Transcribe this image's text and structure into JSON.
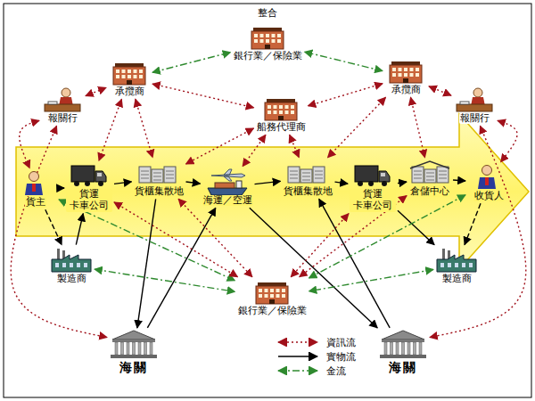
{
  "diagram": {
    "nodes": [
      {
        "text": [
          "報關行"
        ]
      },
      {
        "text": [
          "承攬商"
        ]
      },
      {
        "text": [
          "銀行業／保險業"
        ]
      },
      {
        "text": [
          "船務代理商"
        ]
      },
      {
        "text": [
          "承攬商"
        ]
      },
      {
        "text": [
          "報關行"
        ]
      },
      {
        "text": [
          "貨主"
        ]
      },
      {
        "text": [
          "貨運 卡車公司"
        ]
      },
      {
        "text": [
          "貨櫃集散地"
        ]
      },
      {
        "text": [
          "海運／空運"
        ]
      },
      {
        "text": [
          "貨櫃集散地"
        ]
      },
      {
        "text": [
          "貨運 卡車公司"
        ]
      },
      {
        "text": [
          "倉儲中心"
        ]
      },
      {
        "text": [
          "收貨人"
        ]
      },
      {
        "text": [
          "製造商"
        ]
      },
      {
        "text": [
          "銀行業／保險業"
        ]
      },
      {
        "text": [
          "製造商"
        ]
      },
      {
        "text": [
          "海關"
        ]
      },
      {
        "text": [
          "海關"
        ]
      }
    ],
    "edges": [
      {
        "from": 1,
        "to": 2,
        "arrow": "both"
      },
      {
        "from": 4,
        "to": 2,
        "arrow": "both"
      },
      {
        "from": 0,
        "to": 1,
        "arrow": "both"
      },
      {
        "from": 4,
        "to": 5,
        "arrow": "both"
      },
      {
        "from": 1,
        "to": 3,
        "arrow": "both"
      },
      {
        "from": 4,
        "to": 3,
        "arrow": "both"
      },
      {
        "from": 1,
        "to": 8,
        "arrow": "both"
      },
      {
        "from": 1,
        "to": 7,
        "arrow": "both"
      },
      {
        "from": 4,
        "to": 10,
        "arrow": "both"
      },
      {
        "from": 4,
        "to": 12,
        "arrow": "both"
      },
      {
        "from": 3,
        "to": 8,
        "arrow": "both"
      },
      {
        "from": 3,
        "to": 9,
        "arrow": "both"
      },
      {
        "from": 3,
        "to": 10,
        "arrow": "both"
      },
      {
        "from": 0,
        "to": 6,
        "arrow": "both"
      },
      {
        "from": 5,
        "to": 13,
        "arrow": "both"
      },
      {
        "from": 0,
        "to": 17,
        "arrow": "both"
      },
      {
        "from": 5,
        "to": 18,
        "arrow": "both"
      },
      {
        "from": 6,
        "to": 7,
        "arrow": "to"
      },
      {
        "from": 7,
        "to": 8,
        "arrow": "to"
      },
      {
        "from": 8,
        "to": 9,
        "arrow": "to"
      },
      {
        "from": 9,
        "to": 10,
        "arrow": "to"
      },
      {
        "from": 10,
        "to": 11,
        "arrow": "to"
      },
      {
        "from": 11,
        "to": 12,
        "arrow": "to"
      },
      {
        "from": 12,
        "to": 13,
        "arrow": "to"
      },
      {
        "from": 6,
        "to": 14,
        "arrow": "to"
      },
      {
        "from": 14,
        "to": 7,
        "arrow": "to"
      },
      {
        "from": 8,
        "to": 17,
        "arrow": "to"
      },
      {
        "from": 17,
        "to": 9,
        "arrow": "to"
      },
      {
        "from": 9,
        "to": 18,
        "arrow": "to"
      },
      {
        "from": 18,
        "to": 10,
        "arrow": "to"
      },
      {
        "from": 11,
        "to": 16,
        "arrow": "to"
      },
      {
        "from": 13,
        "to": 16,
        "arrow": "to"
      },
      {
        "from": 6,
        "to": 15,
        "arrow": "both"
      },
      {
        "from": 14,
        "to": 15,
        "arrow": "both"
      },
      {
        "from": 7,
        "to": 15,
        "arrow": "both"
      },
      {
        "from": 8,
        "to": 15,
        "arrow": "both"
      },
      {
        "from": 16,
        "to": 15,
        "arrow": "both"
      },
      {
        "from": 13,
        "to": 15,
        "arrow": "both"
      },
      {
        "from": 11,
        "to": 15,
        "arrow": "both"
      },
      {
        "from": 12,
        "to": 15,
        "arrow": "both"
      }
    ],
    "labels": [
      "整合"
    ],
    "legend": [
      {
        "text": "資訊流"
      },
      {
        "text": "實物流"
      },
      {
        "text": "金流"
      }
    ]
  }
}
